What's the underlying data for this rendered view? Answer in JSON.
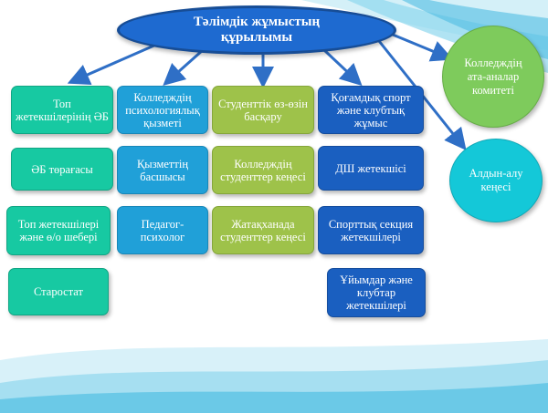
{
  "title": "Тәлімдік жұмыстың құрылымы",
  "columns": [
    {
      "color": "teal",
      "items": [
        "Топ жетекшілерінің ӘБ",
        "ӘБ төрағасы",
        "Топ жетекшілері және ө/о шебері",
        "Старостат"
      ]
    },
    {
      "color": "blue",
      "items": [
        "Колледждің психологиялық қызметі",
        "Қызметтің басшысы",
        "Педагог-психолог"
      ]
    },
    {
      "color": "olive",
      "items": [
        "Студенттік өз-өзін басқару",
        "Колледждің студенттер кеңесі",
        "Жатақханада студенттер кеңесі"
      ]
    },
    {
      "color": "navy",
      "items": [
        "Қоғамдық спорт және клубтық жұмыс",
        "ДШ жетекшісі",
        "Спорттық секция жетекшілері",
        "Ұйымдар және клубтар жетекшілері"
      ]
    }
  ],
  "circles": {
    "parents": "Колледждің ата-аналар комитеті",
    "prevention": "Алдын-алу кеңесі"
  },
  "colors": {
    "teal": "#17c9a2",
    "blue": "#20a0d8",
    "olive": "#9ec24a",
    "navy": "#1a5fc0",
    "green_circle": "#7ecb5c",
    "cyan_circle": "#14c8d8",
    "title": "#1e6ad0",
    "arrow": "#2f6fc6"
  }
}
